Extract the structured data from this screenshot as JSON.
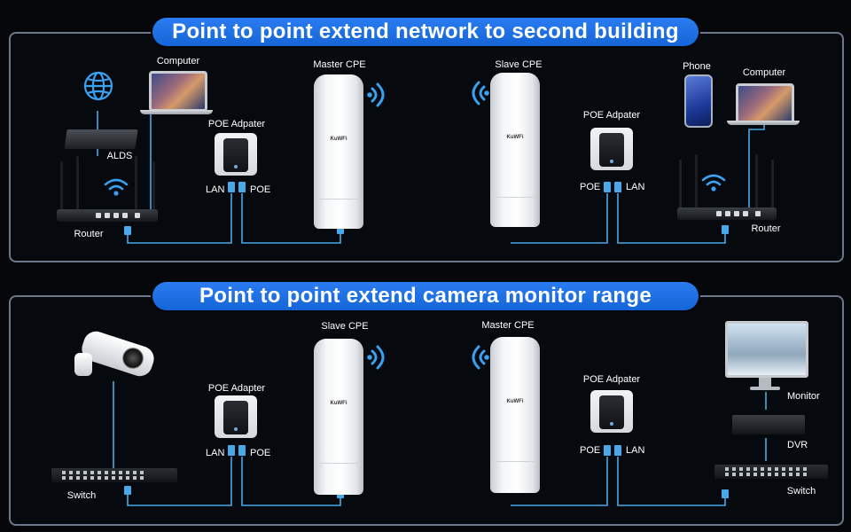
{
  "sections": [
    {
      "title": "Point to point extend network to second building",
      "labels": {
        "computer_left": "Computer",
        "alds": "ALDS",
        "router_left": "Router",
        "poe_adapter_left": "POE Adpater",
        "lan_left": "LAN",
        "poe_left": "POE",
        "master_cpe": "Master CPE",
        "slave_cpe": "Slave CPE",
        "poe_adapter_right": "POE Adpater",
        "poe_right": "POE",
        "lan_right": "LAN",
        "phone": "Phone",
        "computer_right": "Computer",
        "router_right": "Router"
      }
    },
    {
      "title": "Point to point extend camera monitor range",
      "labels": {
        "switch_left": "Switch",
        "poe_adapter_left": "POE Adapter",
        "lan_left": "LAN",
        "poe_left": "POE",
        "slave_cpe": "Slave CPE",
        "master_cpe": "Master CPE",
        "poe_adapter_right": "POE Adpater",
        "poe_right": "POE",
        "lan_right": "LAN",
        "monitor": "Monitor",
        "dvr": "DVR",
        "switch_right": "Switch"
      }
    }
  ],
  "brand": "KuWFi",
  "colors": {
    "banner": "#1f6fe6",
    "wire": "#4aa8e8",
    "panel_border": "#6b7888",
    "background": "#05070b"
  },
  "icons": [
    "globe-icon",
    "wifi-icon",
    "ethernet-plug-icon"
  ]
}
